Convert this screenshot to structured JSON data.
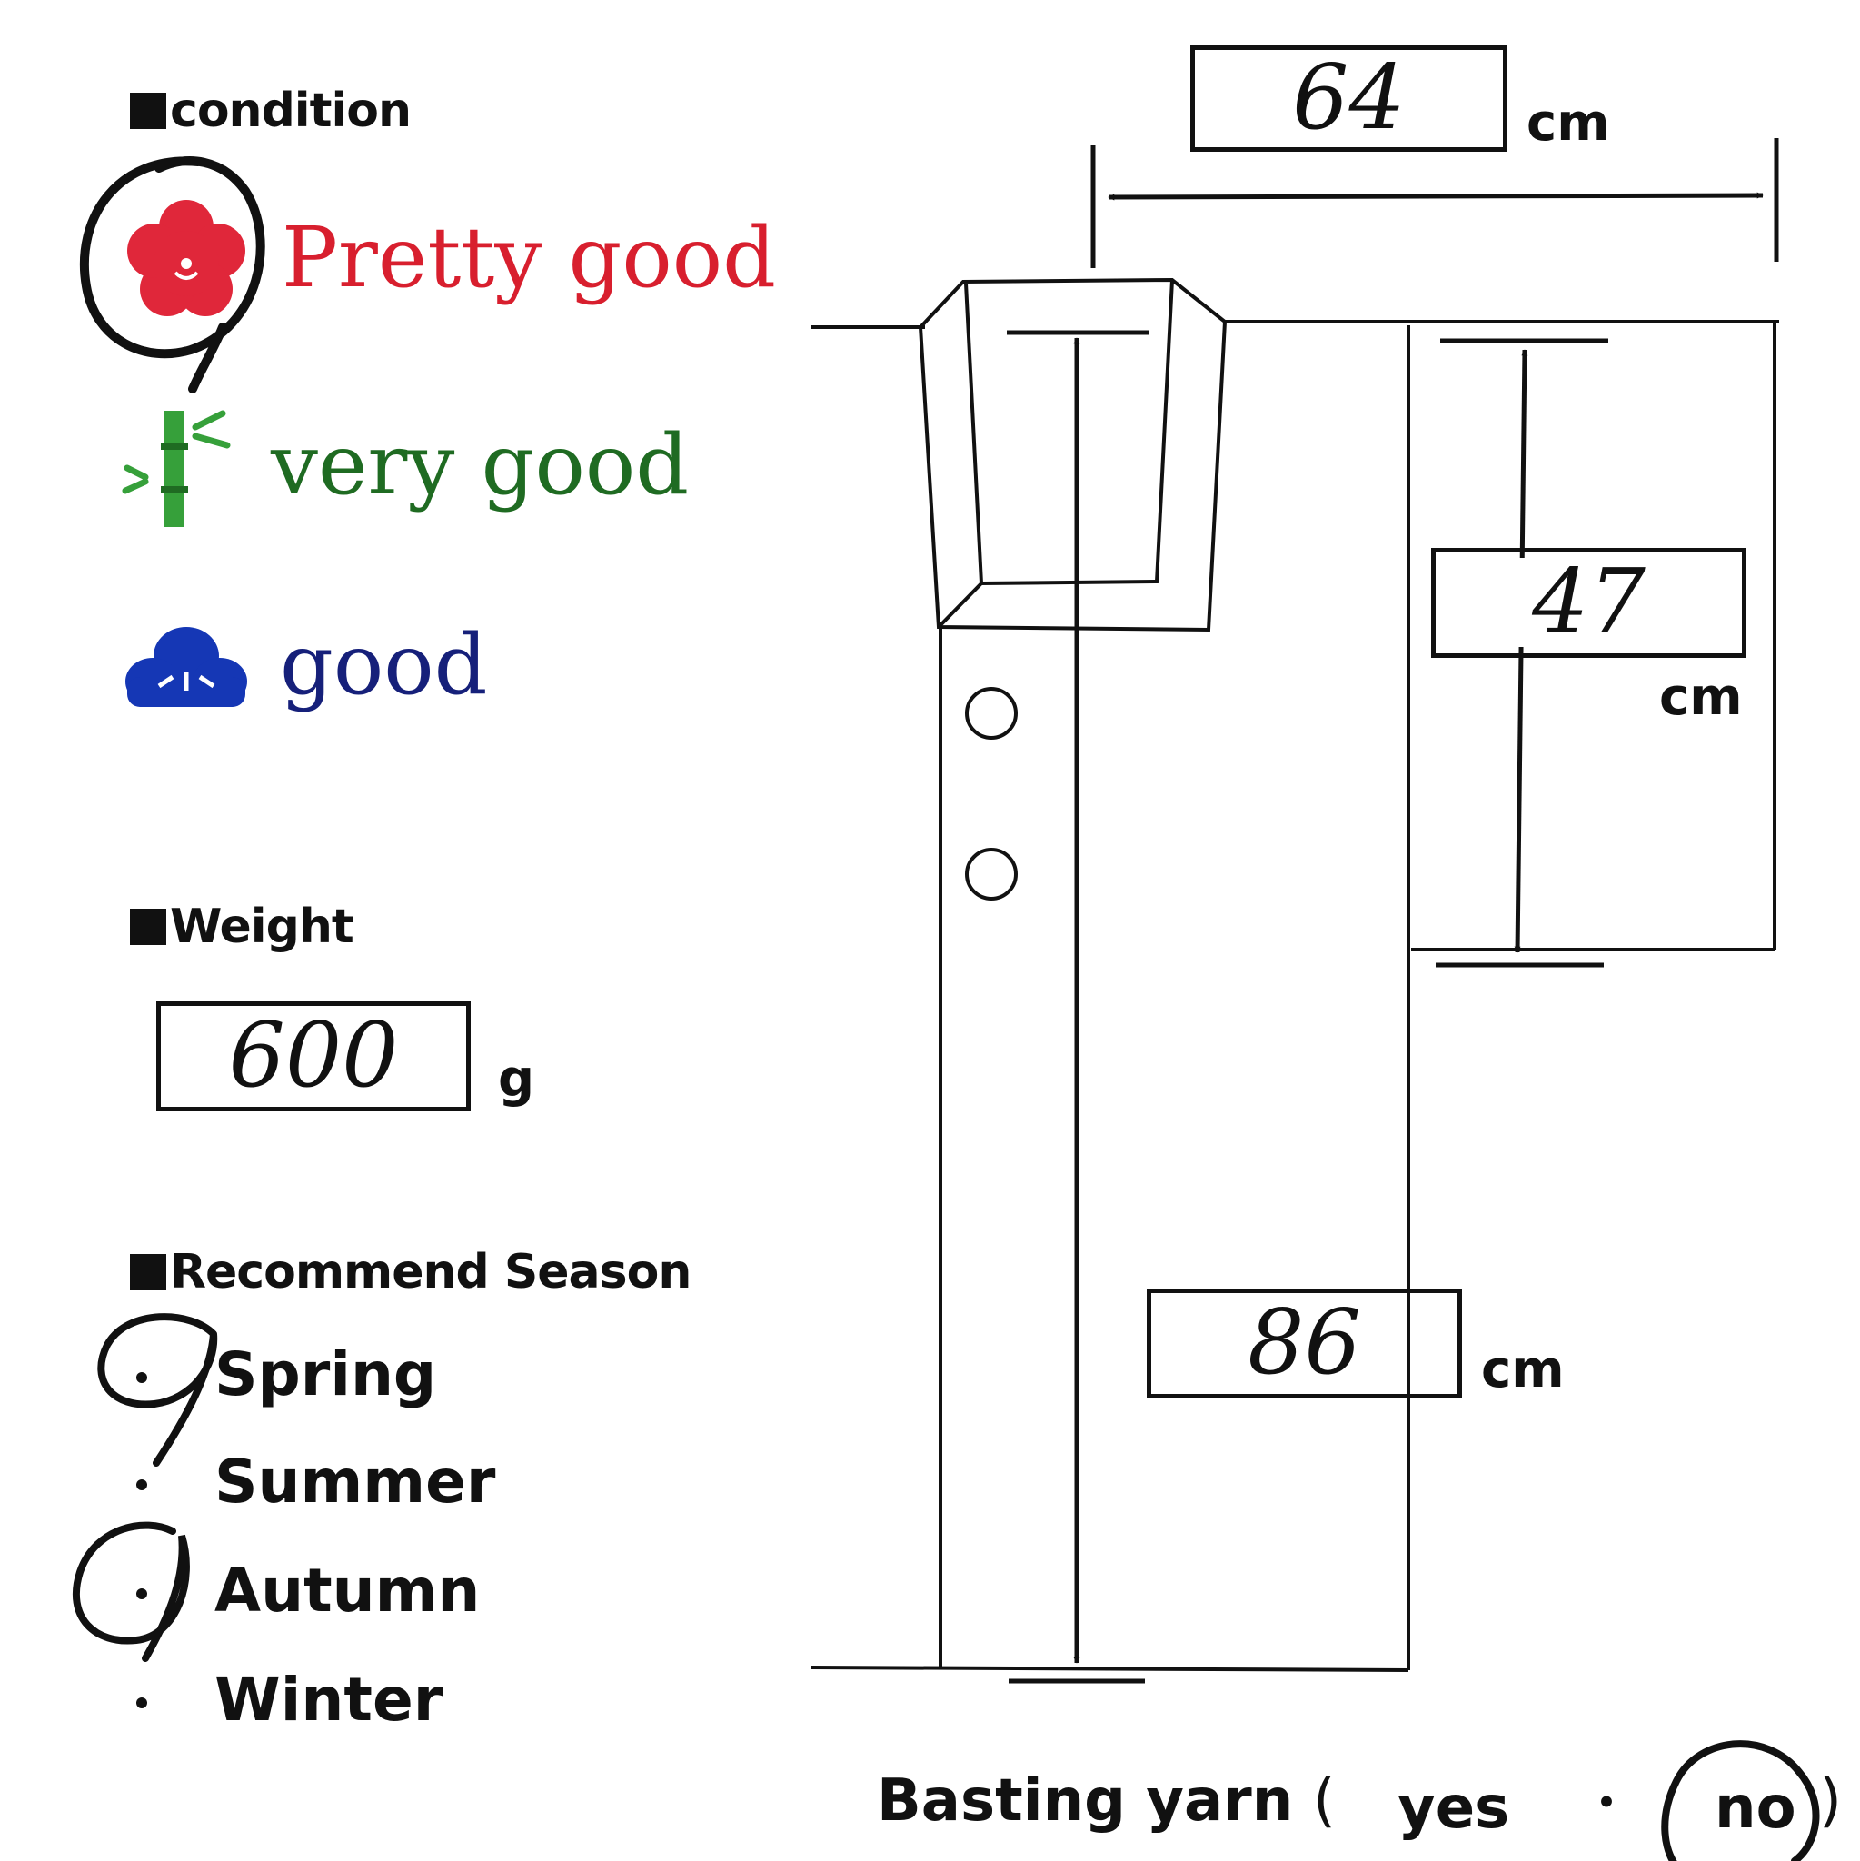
{
  "colors": {
    "pretty_good": "#d81f2e",
    "very_good": "#1f6b22",
    "good": "#16207a",
    "bamboo": "#36a03a",
    "pine": "#1537b5",
    "ink": "#111111"
  },
  "condition": {
    "heading": "condition",
    "options": [
      {
        "label": "Pretty good",
        "icon": "plum-blossom-icon",
        "circled": true
      },
      {
        "label": "very good",
        "icon": "bamboo-icon",
        "circled": false
      },
      {
        "label": "good",
        "icon": "pine-icon",
        "circled": false
      }
    ]
  },
  "weight": {
    "heading": "Weight",
    "value": "600",
    "unit": "g"
  },
  "season": {
    "heading": "Recommend Season",
    "options": [
      {
        "label": "Spring",
        "circled": true
      },
      {
        "label": "Summer",
        "circled": false
      },
      {
        "label": "Autumn",
        "circled": true
      },
      {
        "label": "Winter",
        "circled": false
      }
    ]
  },
  "measurements": {
    "width": {
      "value": "64",
      "unit": "cm"
    },
    "sleeve_length": {
      "value": "47",
      "unit": "cm"
    },
    "total_length": {
      "value": "86",
      "unit": "cm"
    }
  },
  "basting_yarn": {
    "label": "Basting yarn",
    "open": "(",
    "yes": "yes",
    "separator": "・",
    "no": "no",
    "close": ")",
    "selected": "no"
  }
}
